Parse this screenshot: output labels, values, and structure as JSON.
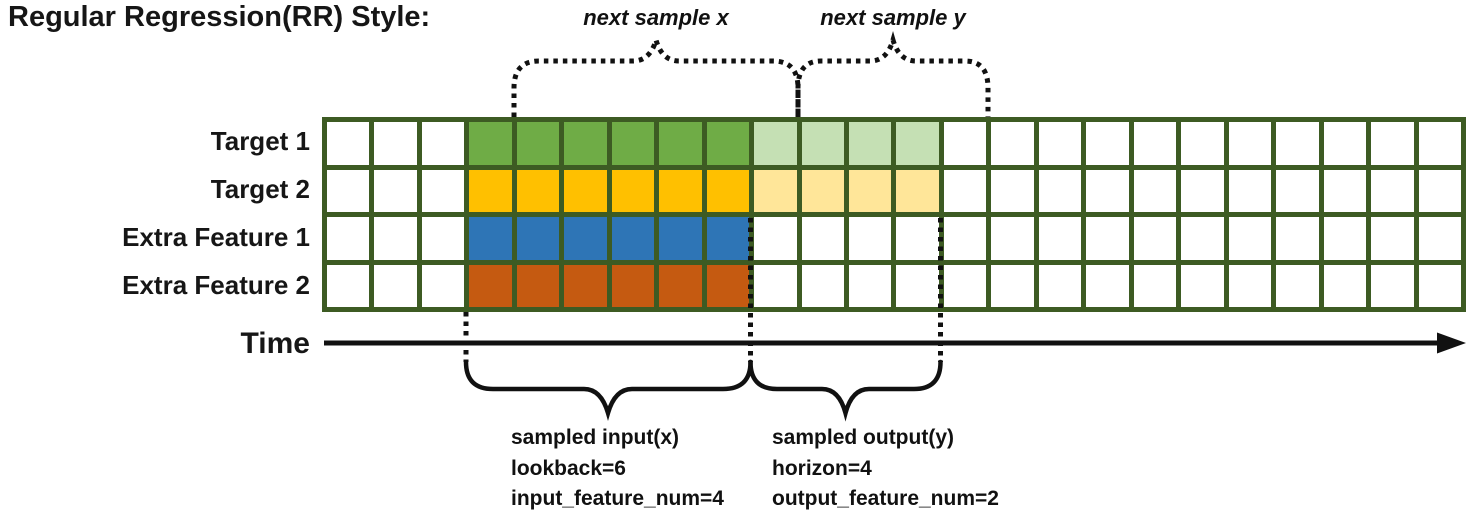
{
  "title": "Regular Regression(RR) Style:",
  "annotations": {
    "next_sample_x": "next sample x",
    "next_sample_y": "next sample y"
  },
  "rows": [
    {
      "label": "Target 1",
      "input_color": "#6FAC46",
      "output_color": "#C5E0B4"
    },
    {
      "label": "Target 2",
      "input_color": "#FFC000",
      "output_color": "#FFE699"
    },
    {
      "label": "Extra Feature 1",
      "input_color": "#2E75B6",
      "output_color": null
    },
    {
      "label": "Extra Feature 2",
      "input_color": "#C55A11",
      "output_color": null
    }
  ],
  "grid": {
    "columns": 24,
    "lead_columns": 3,
    "input_columns": 6,
    "output_columns": 4,
    "border_color": "#3D5B23",
    "empty_color": "#FFFFFF"
  },
  "time_axis": {
    "label": "Time"
  },
  "input_annotation": {
    "lines": [
      "sampled input(x)",
      "lookback=6",
      "input_feature_num=4"
    ]
  },
  "output_annotation": {
    "lines": [
      "sampled output(y)",
      "horizon=4",
      "output_feature_num=2"
    ]
  },
  "colors": {
    "ink": "#111111"
  }
}
